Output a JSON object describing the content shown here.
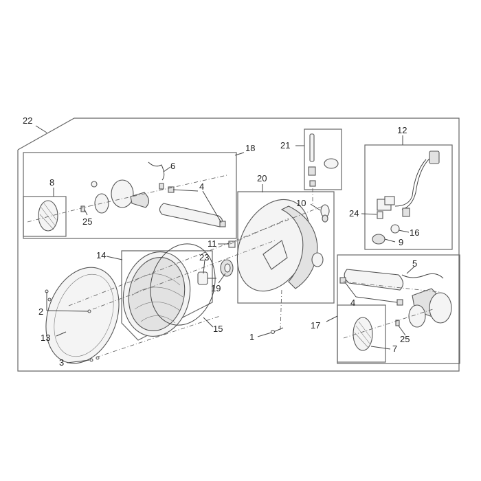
{
  "callouts": {
    "c1": "1",
    "c2": "2",
    "c3": "3",
    "c4a": "4",
    "c4b": "4",
    "c5": "5",
    "c6": "6",
    "c7": "7",
    "c8": "8",
    "c9": "9",
    "c10": "10",
    "c11": "11",
    "c12": "12",
    "c13": "13",
    "c14": "14",
    "c15": "15",
    "c16": "16",
    "c17": "17",
    "c18": "18",
    "c19": "19",
    "c20": "20",
    "c21": "21",
    "c22": "22",
    "c23": "23",
    "c24": "24",
    "c25a": "25",
    "c25b": "25"
  }
}
